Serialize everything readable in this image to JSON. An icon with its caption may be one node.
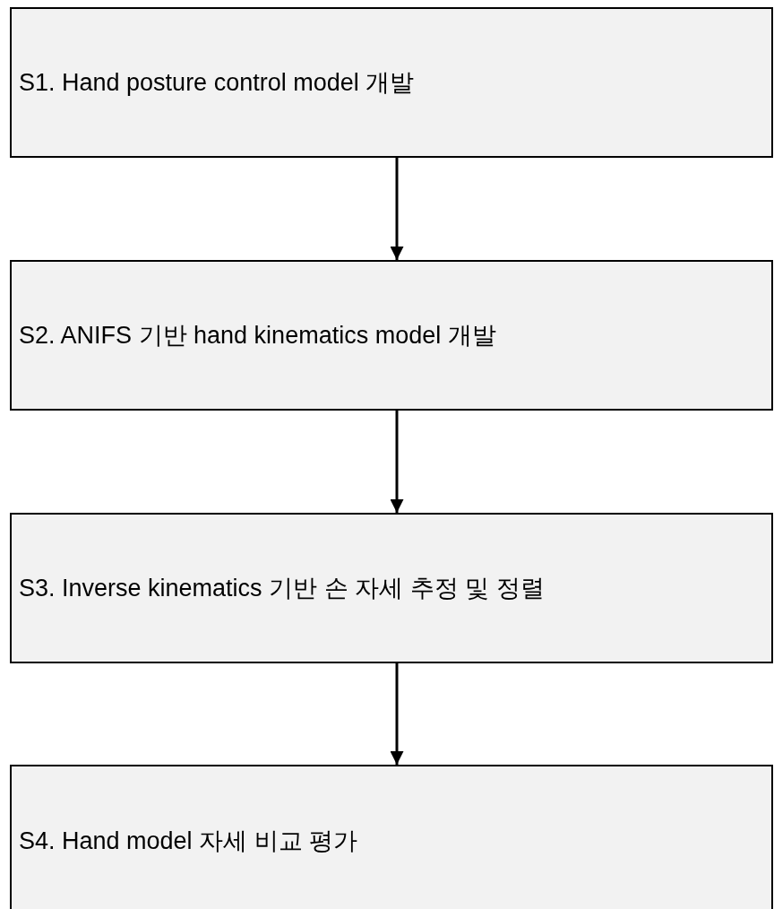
{
  "diagram": {
    "nodes": [
      {
        "text": [
          "S1. Hand posture control model 개발"
        ]
      },
      {
        "text": [
          "S2. ANIFS 기반 hand kinematics model 개발"
        ]
      },
      {
        "text": [
          "S3. Inverse kinematics 기반 손 자세 추정 및 정렬"
        ]
      },
      {
        "text": [
          "S4. Hand model 자세 비교 평가"
        ]
      }
    ],
    "edges": [
      {
        "from": 0,
        "to": 1,
        "arrow": "to"
      },
      {
        "from": 1,
        "to": 2,
        "arrow": "to"
      },
      {
        "from": 2,
        "to": 3,
        "arrow": "to"
      }
    ]
  }
}
